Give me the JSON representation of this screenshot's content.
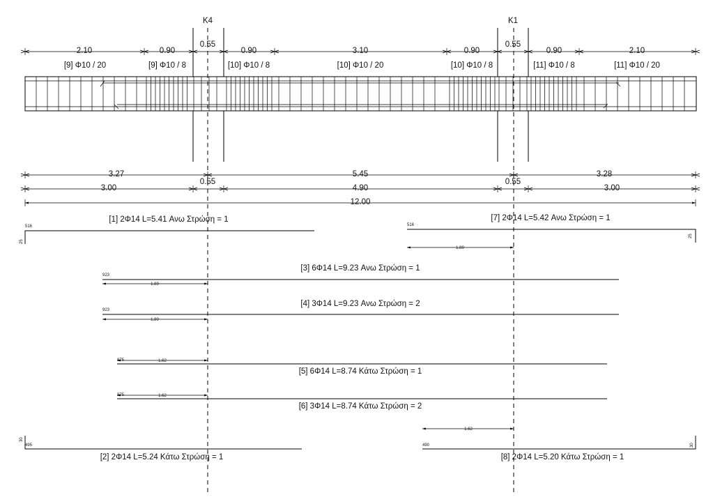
{
  "axes": {
    "k4": "K4",
    "k1": "K1"
  },
  "top_dims": [
    "2.10",
    "0.90",
    "0.55",
    "0.90",
    "3.10",
    "0.90",
    "0.55",
    "0.90",
    "2.10"
  ],
  "stirrups": [
    "[9] Φ10 / 20",
    "[9] Φ10 /  8",
    "[10] Φ10 /  8",
    "[10] Φ10 / 20",
    "[10] Φ10 /  8",
    "[11] Φ10 /  8",
    "[11] Φ10 / 20"
  ],
  "span_dims_1": [
    "3.27",
    "5.45",
    "3.28"
  ],
  "span_dims_2": [
    "3.00",
    "0.55",
    "4.90",
    "0.55",
    "3.00"
  ],
  "total_dim": "12.00",
  "bars": {
    "b1": {
      "label": "[1] 2Φ14 L=5.41 Ανω Στρώση = 1",
      "len": "516",
      "hook": "25"
    },
    "b7": {
      "label": "[7] 2Φ14 L=5.42 Ανω Στρώση = 1",
      "len": "516",
      "hook": "25",
      "anch": "1.89"
    },
    "b3": {
      "label": "[3] 6Φ14 L=9.23 Ανω Στρώση = 1",
      "len": "923",
      "anch": "1.89"
    },
    "b4": {
      "label": "[4] 3Φ14 L=9.23 Ανω Στρώση = 2",
      "len": "923",
      "anch": "1.89"
    },
    "b5": {
      "label": "[5] 6Φ14 L=8.74 Κάτω Στρώση = 1",
      "len": "875",
      "anch": "1.62"
    },
    "b6": {
      "label": "[6] 3Φ14 L=8.74 Κάτω Στρώση = 2",
      "len": "875",
      "anch": "1.62"
    },
    "b2": {
      "label": "[2] 2Φ14 L=5.24 Κάτω Στρώση = 1",
      "len": "495",
      "hook": "30"
    },
    "b8": {
      "label": "[8] 2Φ14 L=5.20 Κάτω Στρώση = 1",
      "len": "490",
      "hook": "30",
      "anch": "1.62"
    }
  }
}
